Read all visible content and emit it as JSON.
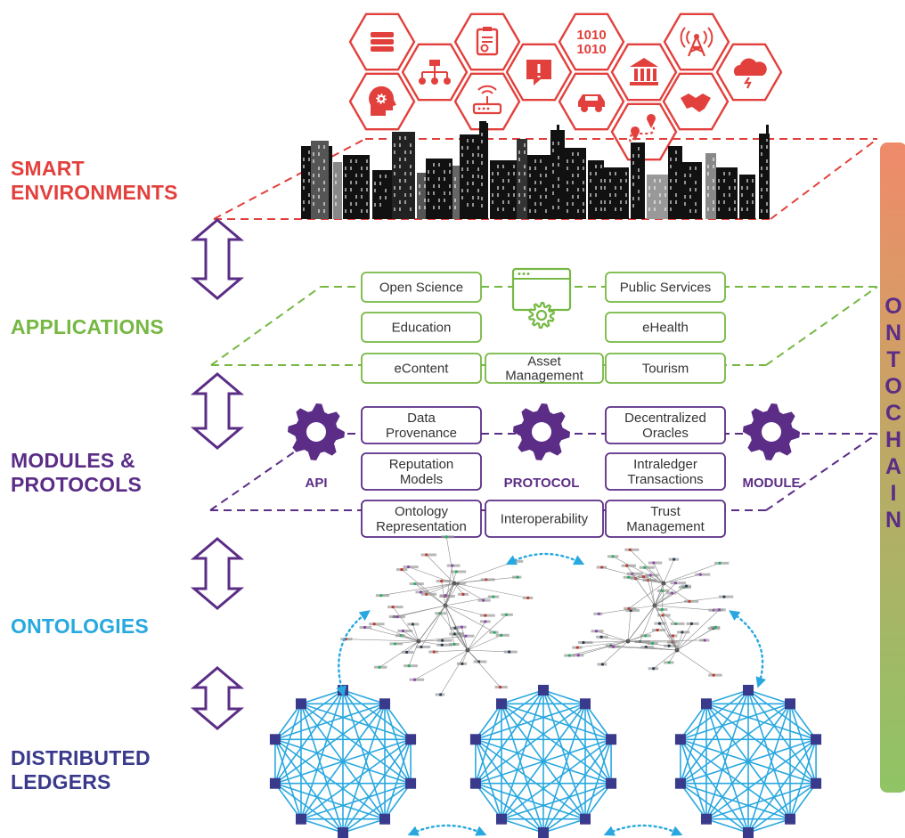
{
  "layers": {
    "smart_environments": [
      "SMART",
      "ENVIRONMENTS"
    ],
    "applications": "APPLICATIONS",
    "modules_protocols": [
      "MODULES &",
      "PROTOCOLS"
    ],
    "ontologies": "ONTOLOGIES",
    "distributed_ledgers": [
      "DISTRIBUTED",
      "LEDGERS"
    ]
  },
  "vertical_title": [
    "O",
    "N",
    "T",
    "O",
    "C",
    "H",
    "A",
    "I",
    "N"
  ],
  "applications": {
    "items": [
      [
        "Open Science"
      ],
      [
        "Education"
      ],
      [
        "eContent"
      ],
      [
        "Asset",
        "Management"
      ],
      [
        "Public Services"
      ],
      [
        "eHealth"
      ],
      [
        "Tourism"
      ]
    ]
  },
  "modules": {
    "items": [
      [
        "Data",
        "Provenance"
      ],
      [
        "Reputation",
        "Models"
      ],
      [
        "Ontology",
        "Representation"
      ],
      [
        "Interoperability"
      ],
      [
        "Decentralized",
        "Oracles"
      ],
      [
        "Intraledger",
        "Transactions"
      ],
      [
        "Trust",
        "Management"
      ]
    ],
    "gear_labels": [
      "API",
      "PROTOCOL",
      "MODULE"
    ]
  },
  "icons": [
    "books-icon",
    "hierarchy-icon",
    "certificate-icon",
    "alert-icon",
    "binary-icon",
    "bank-icon",
    "antenna-tower-icon",
    "storm-cloud-icon",
    "ai-head-icon",
    "router-icon",
    "car-icon",
    "handshake-icon",
    "route-icon"
  ],
  "colors": {
    "smart": "#e2403c",
    "applications": "#76b843",
    "modules": "#5b2d86",
    "ontologies": "#27a9e0",
    "ledgers": "#3a3a8c",
    "network": "#29a8e0"
  }
}
